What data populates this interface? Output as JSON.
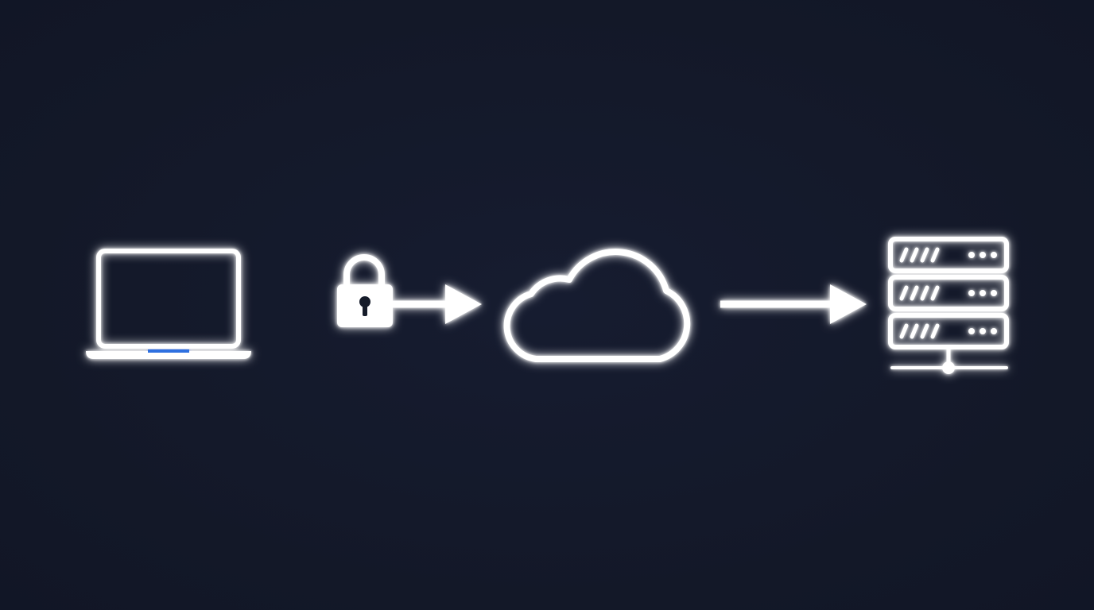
{
  "diagram": {
    "flow": [
      "laptop",
      "lock",
      "cloud",
      "server"
    ],
    "icons": {
      "laptop": "laptop-icon",
      "lock": "padlock-icon",
      "cloud": "cloud-icon",
      "server": "server-rack-icon"
    },
    "connectors": [
      "line",
      "arrow",
      "arrow"
    ],
    "colors": {
      "background": "#141a2c",
      "stroke": "#ffffff",
      "glow": "#3d8bff",
      "accent": "#2f6fe0"
    }
  }
}
